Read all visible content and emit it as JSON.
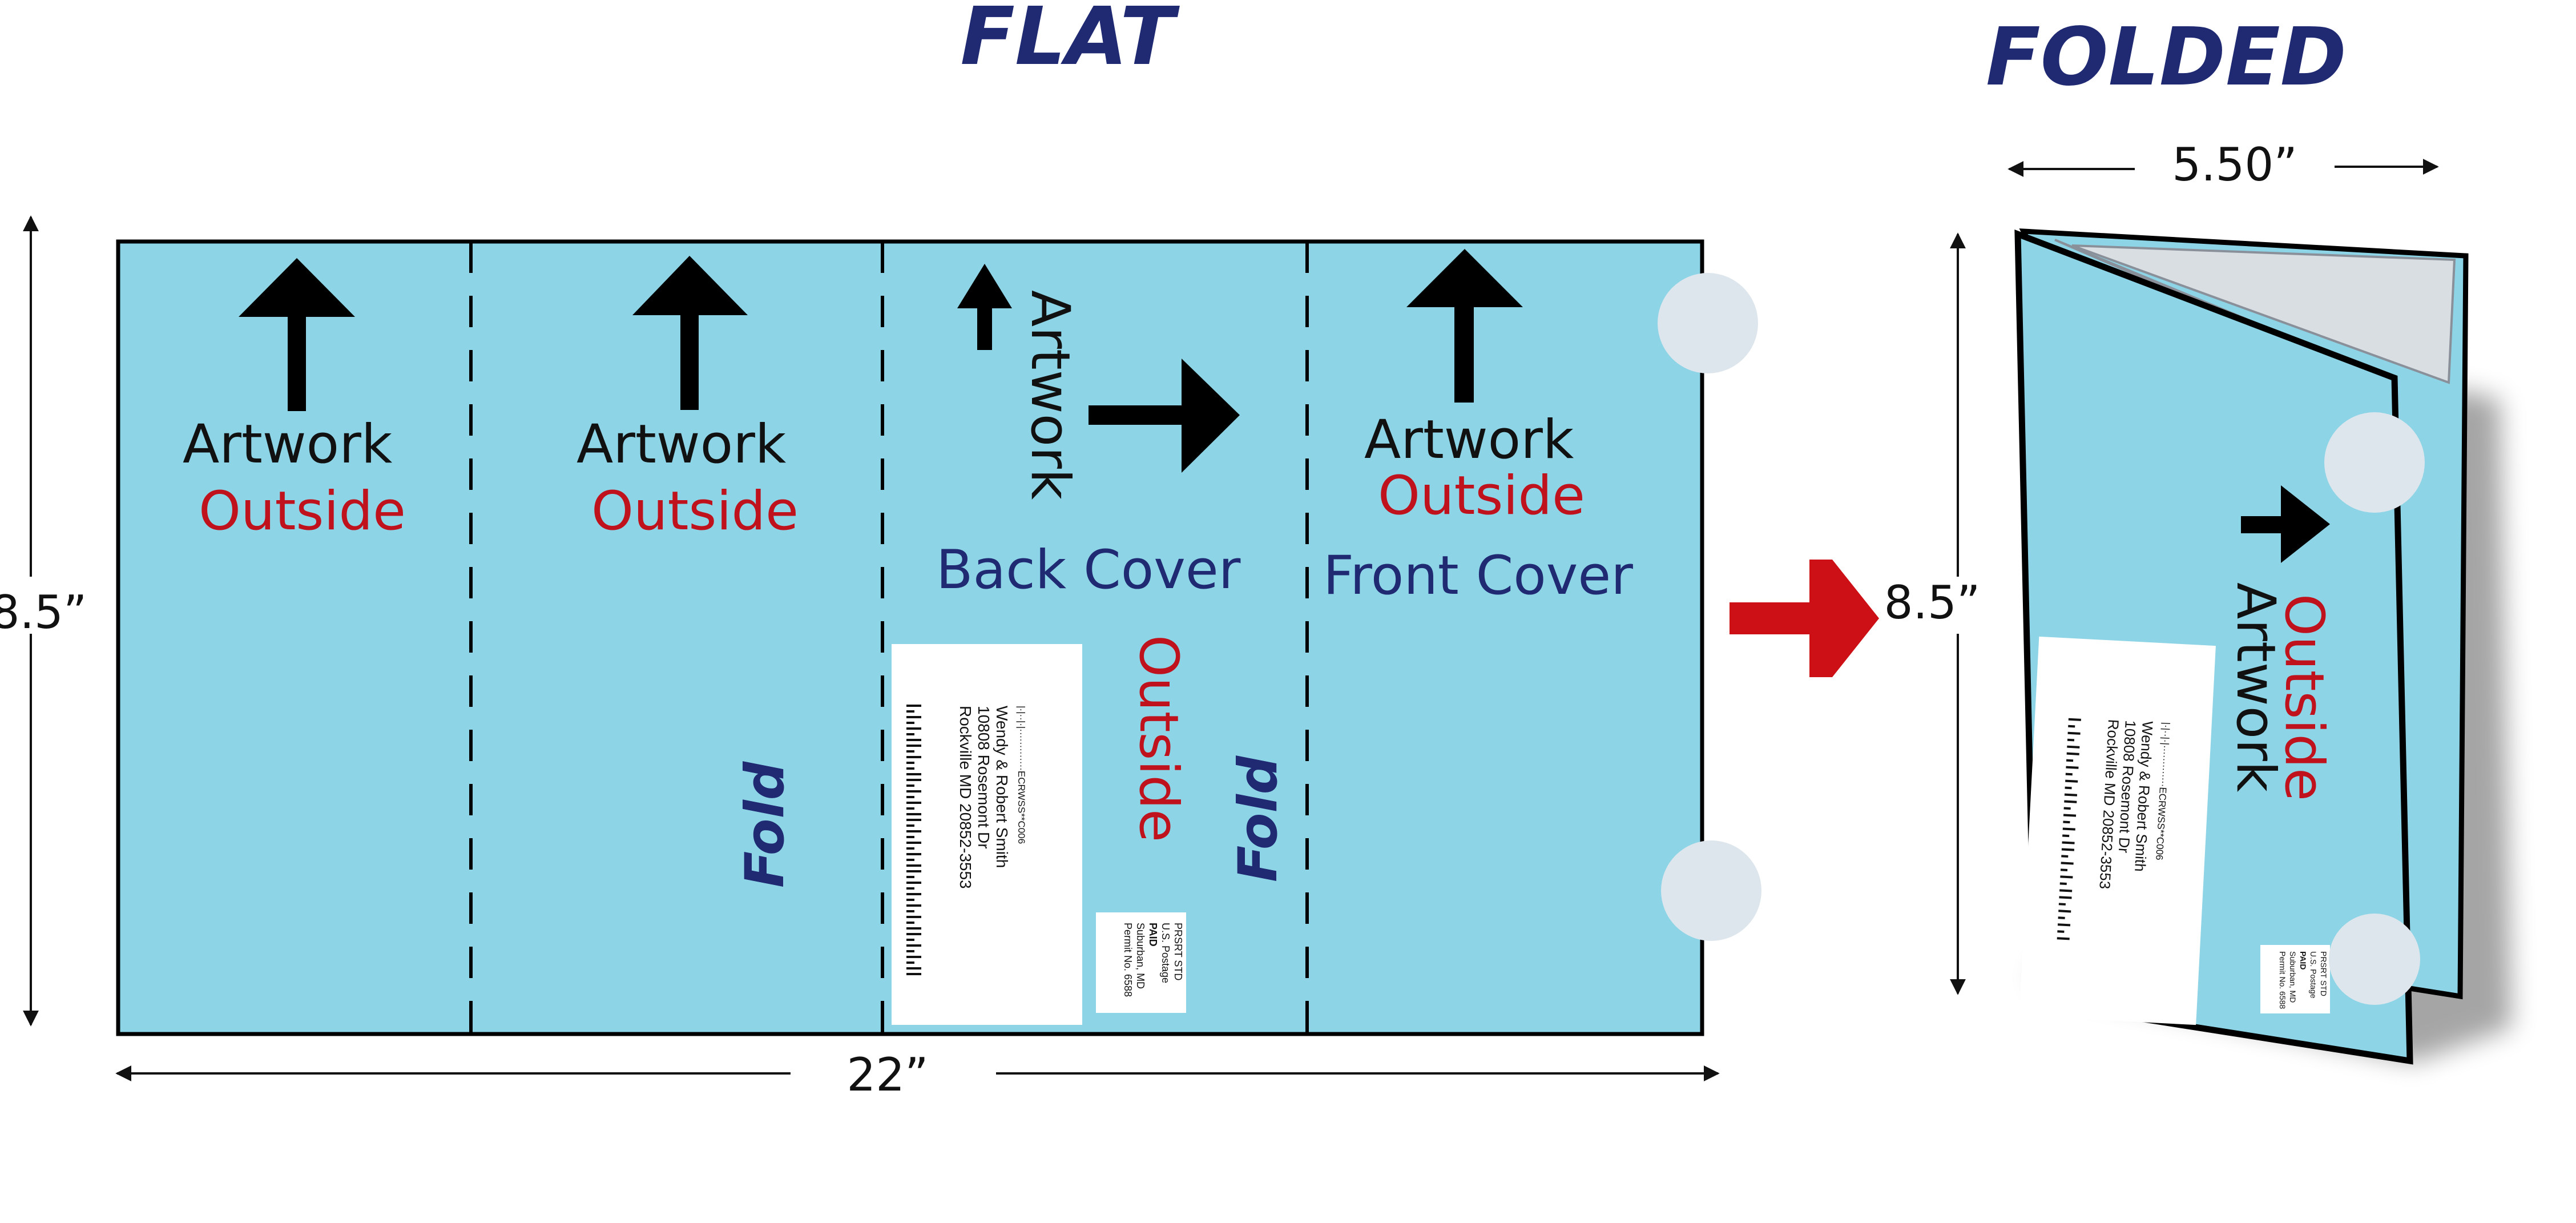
{
  "titles": {
    "flat": "FLAT",
    "folded": "FOLDED"
  },
  "dimensions": {
    "width_flat": "22”",
    "height_flat": "8.5”",
    "width_folded": "5.50”",
    "height_folded": "8.5”"
  },
  "panels": [
    {
      "artwork": "Artwork",
      "outside": "Outside"
    },
    {
      "artwork": "Artwork",
      "outside": "Outside"
    },
    {
      "artwork": "Artwork",
      "outside": "Outside",
      "cover": "Back Cover"
    },
    {
      "artwork": "Artwork",
      "outside": "Outside",
      "cover": "Front Cover"
    }
  ],
  "fold_label": "Fold",
  "mailing_label": {
    "barcode_line": "|·|··|·|·············ECRWSS**C006",
    "name": "Wendy & Robert Smith",
    "street": "10808 Rosemont Dr",
    "city": "Rockville MD 20852-3553"
  },
  "postage_indicia": [
    "PRSRT STD",
    "U.S. Postage",
    "PAID",
    "Suburban, MD",
    "Permit No. 6588"
  ],
  "folded_labels": {
    "artwork": "Artwork",
    "outside": "Outside"
  },
  "colors": {
    "panel": "#8dd4e6",
    "heading": "#1f2a73",
    "accent_red": "#c0121c",
    "arrow_red": "#cc1015",
    "tab": "#dde6ec"
  }
}
